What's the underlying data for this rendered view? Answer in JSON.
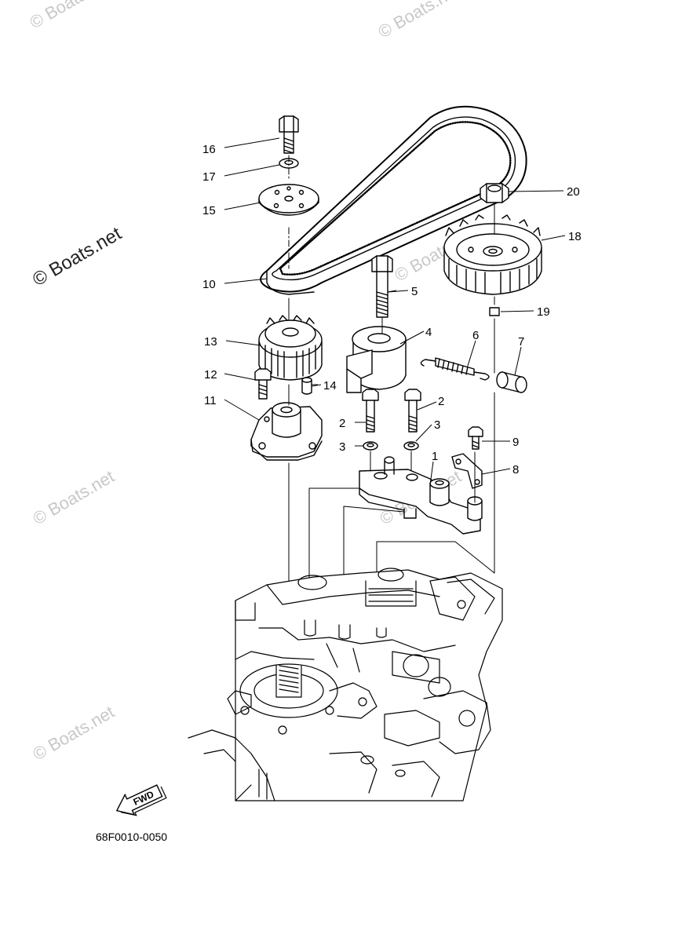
{
  "watermark": {
    "text": "© Boats.net"
  },
  "diagram": {
    "part_code": "68F0010-0050",
    "direction_label": "FWD",
    "callouts": {
      "c1": "1",
      "c2a": "2",
      "c2b": "2",
      "c3a": "3",
      "c3b": "3",
      "c4": "4",
      "c5": "5",
      "c6": "6",
      "c7": "7",
      "c8": "8",
      "c9": "9",
      "c10": "10",
      "c11": "11",
      "c12": "12",
      "c13": "13",
      "c14": "14",
      "c15": "15",
      "c16": "16",
      "c17": "17",
      "c18": "18",
      "c19": "19",
      "c20": "20"
    }
  }
}
